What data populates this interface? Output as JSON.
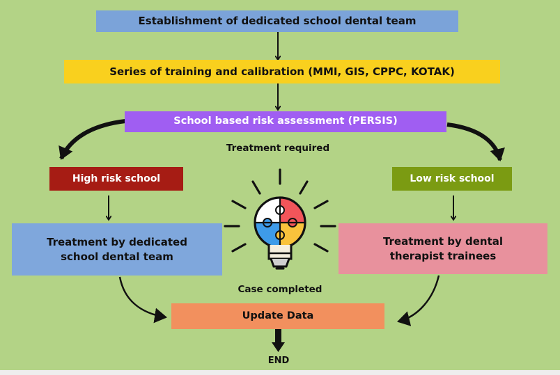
{
  "steps": {
    "establishment": "Establishment of dedicated school dental team",
    "training": "Series of training and calibration (MMI, GIS, CPPC, KOTAK)",
    "assessment": "School based risk assessment (PERSIS)",
    "high_risk": "High risk school",
    "low_risk": "Low risk school",
    "treat_dedicated": "Treatment by dedicated school dental team",
    "treat_trainees": "Treatment by dental therapist trainees",
    "update": "Update Data",
    "end": "END"
  },
  "labels": {
    "treatment_required": "Treatment required",
    "case_completed": "Case completed"
  },
  "icon": "lightbulb-puzzle-icon",
  "colors": {
    "background": "#b3d386",
    "blue_box": "#7ba3d9",
    "yellow_box": "#f9d01e",
    "purple_box": "#a05ef2",
    "red_box": "#a61c14",
    "olive_box": "#7b9b12",
    "light_blue_box": "#7fa7dc",
    "pink_box": "#e8919d",
    "orange_box": "#f2905e"
  }
}
